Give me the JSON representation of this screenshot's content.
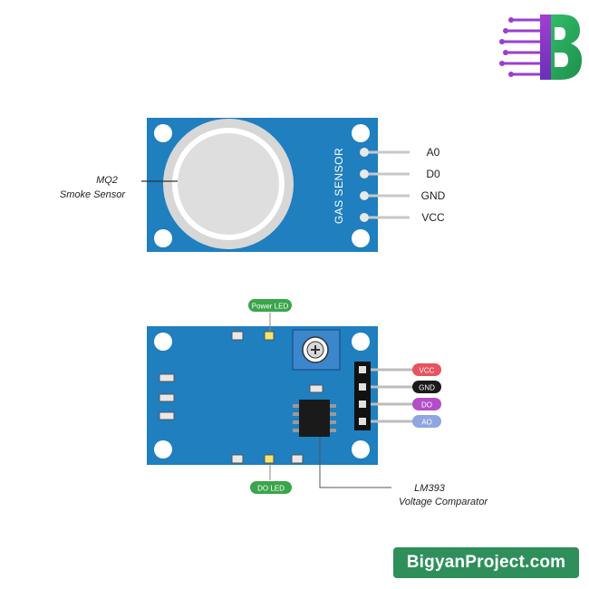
{
  "top_module": {
    "board_label": "GAS SENSOR",
    "callout_line1": "MQ2",
    "callout_line2": "Smoke Sensor",
    "pins": [
      "A0",
      "D0",
      "GND",
      "VCC"
    ]
  },
  "bottom_module": {
    "power_led_label": "Power LED",
    "do_led_label": "DO LED",
    "comparator_line1": "LM393",
    "comparator_line2": "Voltage Comparator",
    "pins": [
      {
        "label": "VCC",
        "color": "#e8535f"
      },
      {
        "label": "GND",
        "color": "#1a1a1a"
      },
      {
        "label": "DO",
        "color": "#b34ec8"
      },
      {
        "label": "AO",
        "color": "#8fa6e0"
      }
    ]
  },
  "colors": {
    "board": "#1f7fbf",
    "board_dark": "#176aa3",
    "led_badge": "#3aa54a",
    "wire": "#bfbfbf",
    "logo_purple": "#8a3fc6",
    "logo_green": "#2fa860"
  },
  "logo": {
    "letter": "B",
    "icon": "circuit-b-logo"
  },
  "footer": {
    "site": "BigyanProject.com"
  }
}
